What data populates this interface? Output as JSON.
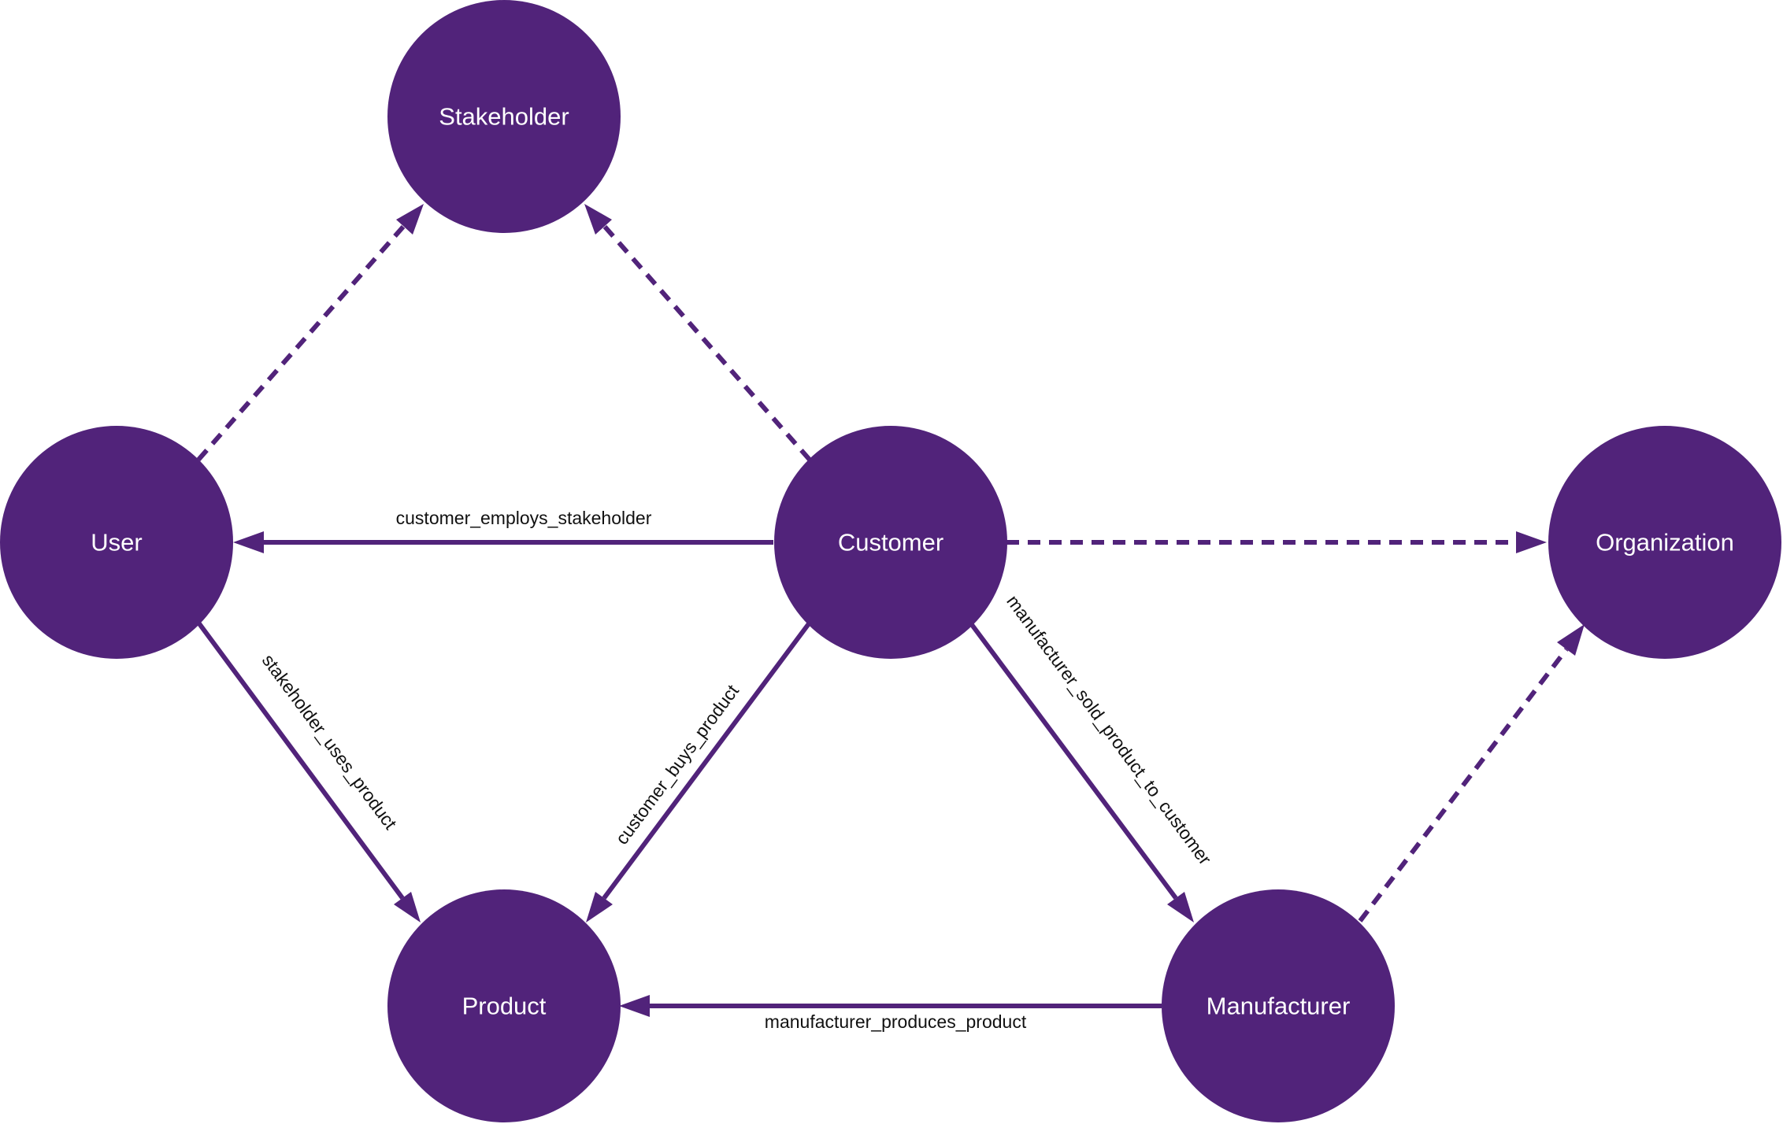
{
  "colors": {
    "node_fill": "#51237a",
    "edge_stroke": "#51237a",
    "node_text": "#ffffff",
    "edge_text": "#111111",
    "background": "#ffffff"
  },
  "nodes": {
    "stakeholder": "Stakeholder",
    "user": "User",
    "customer": "Customer",
    "organization": "Organization",
    "product": "Product",
    "manufacturer": "Manufacturer"
  },
  "edges": [
    {
      "from": "Customer",
      "to": "User",
      "style": "solid",
      "label": "customer_employs_stakeholder"
    },
    {
      "from": "User",
      "to": "Product",
      "style": "solid",
      "label": "stakeholder_uses_product"
    },
    {
      "from": "Customer",
      "to": "Product",
      "style": "solid",
      "label": "customer_buys_product"
    },
    {
      "from": "Customer",
      "to": "Manufacturer",
      "style": "solid",
      "label": "manufacturer_sold_product_to_customer"
    },
    {
      "from": "Manufacturer",
      "to": "Product",
      "style": "solid",
      "label": "manufacturer_produces_product"
    },
    {
      "from": "User",
      "to": "Stakeholder",
      "style": "dashed",
      "label": ""
    },
    {
      "from": "Customer",
      "to": "Stakeholder",
      "style": "dashed",
      "label": ""
    },
    {
      "from": "Customer",
      "to": "Organization",
      "style": "dashed",
      "label": ""
    },
    {
      "from": "Manufacturer",
      "to": "Organization",
      "style": "dashed",
      "label": ""
    }
  ]
}
